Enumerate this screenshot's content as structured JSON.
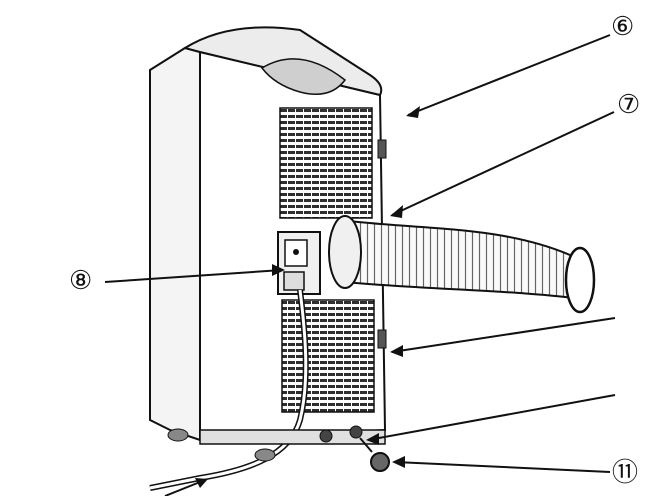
{
  "callouts": [
    {
      "id": "6",
      "label": "⑥"
    },
    {
      "id": "7",
      "label": "⑦"
    },
    {
      "id": "8",
      "label": "⑧"
    },
    {
      "id": "11",
      "label": "⑪"
    }
  ],
  "colors": {
    "line": "#111111",
    "body": "#ffffff",
    "shade": "#e8e8e8",
    "grille": "#3a3a3a"
  }
}
